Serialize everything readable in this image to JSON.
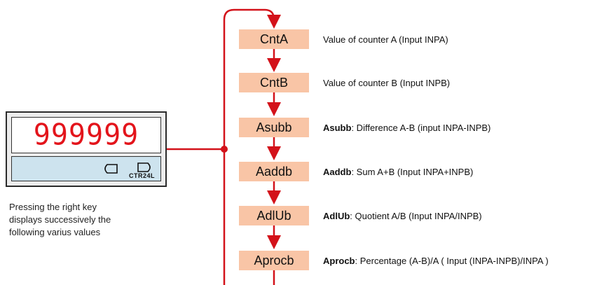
{
  "display": {
    "value": "999999",
    "model": "CTR24L"
  },
  "note": {
    "lines": [
      "Pressing the right key",
      "displays successively the",
      "following varius values"
    ]
  },
  "steps": [
    {
      "code": "CntA",
      "desc_bold": "",
      "desc_text": "Value of counter A (Input INPA)"
    },
    {
      "code": "CntB",
      "desc_bold": "",
      "desc_text": "Value of counter B (Input INPB)"
    },
    {
      "code": "Asubb",
      "desc_bold": "Asubb",
      "desc_text": ": Difference A-B (input INPA-INPB)"
    },
    {
      "code": "Aaddb",
      "desc_bold": "Aaddb",
      "desc_text": ": Sum A+B (Input INPA+INPB)"
    },
    {
      "code": "AdlUb",
      "desc_bold": "AdlUb",
      "desc_text": ": Quotient A/B (Input INPA/INPB)"
    },
    {
      "code": "Aprocb",
      "desc_bold": "Aprocb",
      "desc_text": ": Percentage (A-B)/A ( Input (INPA-INPB)/INPA )"
    }
  ],
  "colors": {
    "arrow": "#d3121a",
    "box": "#f9c5a6",
    "digits": "#e3141b",
    "keypad": "#cde3ee"
  }
}
